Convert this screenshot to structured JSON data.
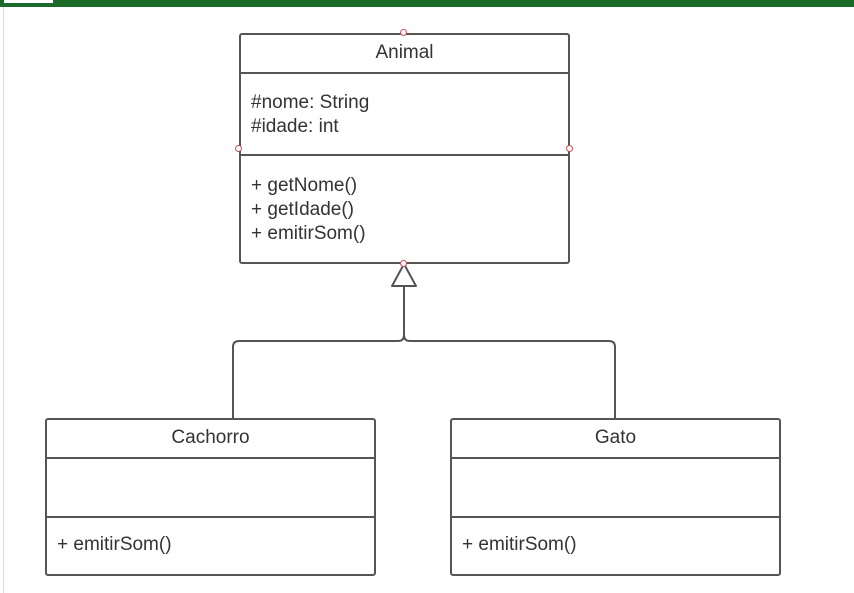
{
  "diagram": {
    "classes": [
      {
        "name": "Animal",
        "attributes": [
          "#nome: String",
          "#idade: int"
        ],
        "methods": [
          "+ getNome()",
          "+ getIdade()",
          "+ emitirSom()"
        ]
      },
      {
        "name": "Cachorro",
        "attributes": [],
        "methods": [
          "+ emitirSom()"
        ]
      },
      {
        "name": "Gato",
        "attributes": [],
        "methods": [
          "+ emitirSom()"
        ]
      }
    ],
    "relationships": [
      {
        "type": "generalization",
        "from": "Cachorro",
        "to": "Animal"
      },
      {
        "type": "generalization",
        "from": "Gato",
        "to": "Animal"
      }
    ],
    "colors": {
      "stroke": "#555555",
      "text": "#333333",
      "toolbar": "#1a6b2a",
      "selection_handle": "#c0505a"
    }
  }
}
